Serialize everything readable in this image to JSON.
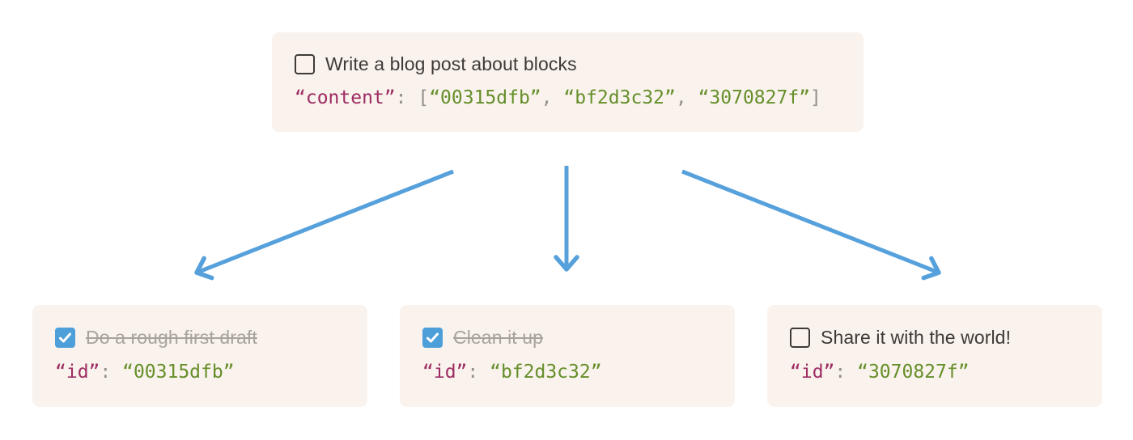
{
  "colors": {
    "page_bg": "#FFFFFF",
    "card_bg": "#FAF2EC",
    "title_text": "#3E3A35",
    "done_text": "#A8A39C",
    "code_key": "#9D2C63",
    "code_string": "#658F2A",
    "code_punct": "#94918A",
    "checkbox_border": "#3E3A35",
    "checkbox_checked_bg": "#4C9FD8",
    "check_mark": "#FFFFFF",
    "arrow": "#56A1DC"
  },
  "parent_card": {
    "title": "Write a blog post about blocks",
    "checked": false,
    "code": {
      "key": "“content”",
      "colon": ": ",
      "bracket_open": "[",
      "comma": ", ",
      "bracket_close": "]",
      "values": [
        "“00315dfb”",
        "“bf2d3c32”",
        "“3070827f”"
      ]
    }
  },
  "child_cards": [
    {
      "title": "Do a rough first draft",
      "checked": true,
      "code": {
        "key": "“id”",
        "colon": ": ",
        "value": "“00315dfb”"
      }
    },
    {
      "title": "Clean it up",
      "checked": true,
      "code": {
        "key": "“id”",
        "colon": ": ",
        "value": "“bf2d3c32”"
      }
    },
    {
      "title": "Share it with the world!",
      "checked": false,
      "code": {
        "key": "“id”",
        "colon": ": ",
        "value": "“3070827f”"
      }
    }
  ]
}
